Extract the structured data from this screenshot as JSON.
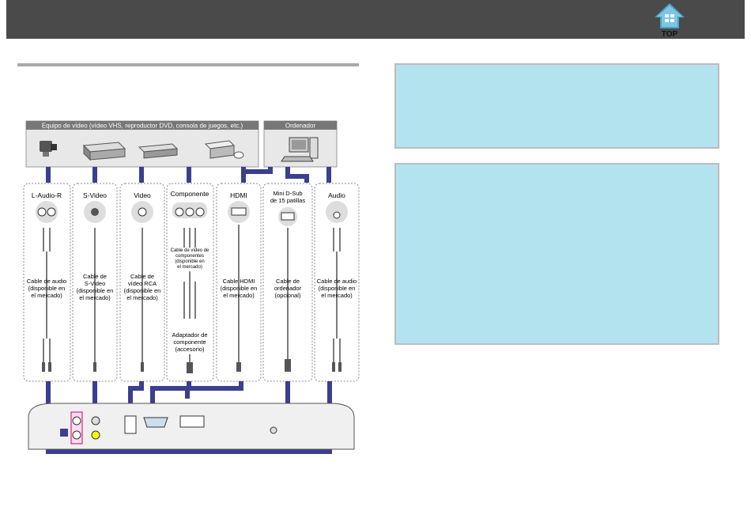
{
  "header": {
    "top_label": "TOP"
  },
  "diagram": {
    "video_group_label": "Equipo de vídeo (vídeo VHS, reproductor DVD, consola de juegos, etc.)",
    "computer_group_label": "Ordenador",
    "columns": [
      {
        "port": "L-Audio-R",
        "cable": [
          "Cable de audio",
          "(disponible en",
          "el mercado)"
        ]
      },
      {
        "port": "S-Video",
        "cable": [
          "Cable de",
          "S-Video",
          "(disponible en",
          "el mercado)"
        ]
      },
      {
        "port": "Video",
        "cable": [
          "Cable de",
          "vídeo RCA",
          "(disponible en",
          "el mercado)"
        ]
      },
      {
        "port": "Componente",
        "cable": [
          "Cable de vídeo de",
          "componentes",
          "(disponible en",
          "el mercado)"
        ],
        "adapter": [
          "Adaptador de",
          "componente",
          "(accesorio)"
        ]
      },
      {
        "port": "HDMI",
        "cable": [
          "Cable HDMI",
          "(disponible en",
          "el mercado)"
        ]
      },
      {
        "port": [
          "Mini D-Sub",
          "de 15 patillas"
        ],
        "cable": [
          "Cable de",
          "ordenador",
          "(opcional)"
        ]
      },
      {
        "port": "Audio",
        "cable": [
          "Cable de audio",
          "(disponible en",
          "el mercado)"
        ]
      }
    ]
  }
}
